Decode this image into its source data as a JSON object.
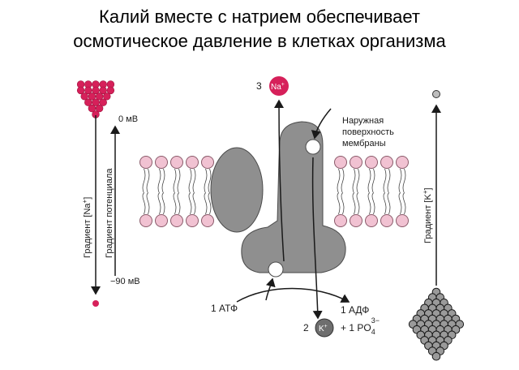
{
  "title": {
    "line1": "Калий вместе с натрием обеспечивает",
    "line2": "осмотическое давление в клетках организма"
  },
  "diagram": {
    "na_label": "Na",
    "na_charge": "+",
    "k_label": "K",
    "k_charge": "+",
    "step_na": "3",
    "step_k": "2",
    "atp_label": "1 АТФ",
    "adp_label": "1 АДФ",
    "po4_label": "+ 1 PO",
    "po4_sub": "4",
    "po4_sup": "3−",
    "outer_surface": [
      "Наружная",
      "поверхность",
      "мембраны"
    ],
    "potential_top": "0 мВ",
    "potential_bottom": "−90 мВ",
    "grad_potential": "Градиент потенциала",
    "grad_na": "Градиент  [Na",
    "grad_na_sup": "+",
    "grad_na_close": "]",
    "grad_k": "Градиент  [K",
    "grad_k_sup": "+",
    "grad_k_close": "]"
  },
  "colors": {
    "sodium": "#d6205a",
    "lipid_head": "#f1c2d2",
    "lipid_head_stroke": "#8a5a6a",
    "protein": "#8f8f8f",
    "protein_dark": "#5a5a5a",
    "potassium": "#6e6e6e"
  }
}
